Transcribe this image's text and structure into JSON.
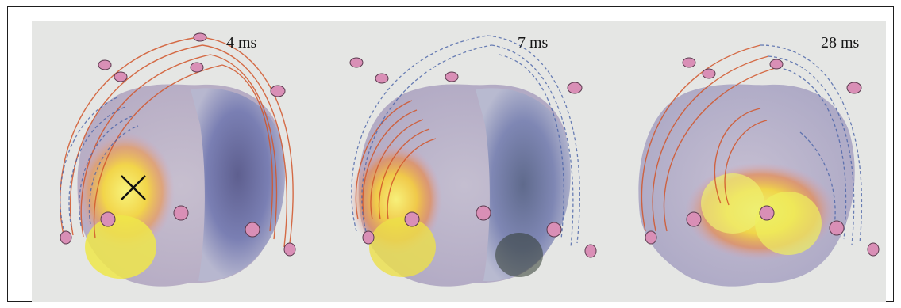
{
  "figure": {
    "panels": [
      {
        "time_label": "4 ms",
        "source_marker": "X",
        "hotspot": "left-front"
      },
      {
        "time_label": "7 ms",
        "source_marker": "",
        "hotspot": "left-front"
      },
      {
        "time_label": "28 ms",
        "source_marker": "",
        "hotspot": "center-right"
      }
    ],
    "colors": {
      "background": "#e5e6e4",
      "positive_field_lines": "#d2552a",
      "negative_field_lines": "#4a63a8",
      "electrode": "#d98fb6",
      "hotspot": "#f4ee4a",
      "cortex_cool": "#6b6f9e"
    },
    "icons": {
      "electrode": "electrode-disc",
      "source": "dipole-source-x"
    }
  }
}
